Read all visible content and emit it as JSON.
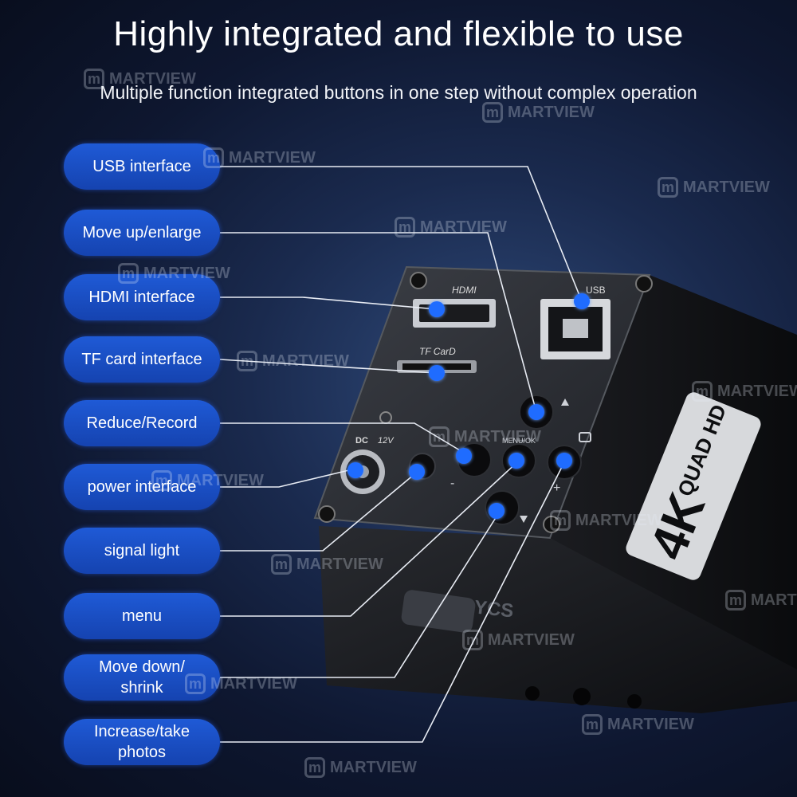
{
  "header": {
    "title": "Highly integrated and flexible to use",
    "subtitle": "Multiple function integrated buttons in one step without complex operation"
  },
  "callouts": [
    {
      "label": "USB interface"
    },
    {
      "label": "Move up/enlarge"
    },
    {
      "label": "HDMI interface"
    },
    {
      "label": "TF card interface"
    },
    {
      "label": "Reduce/Record"
    },
    {
      "label": "power interface"
    },
    {
      "label": "signal light"
    },
    {
      "label": "menu"
    },
    {
      "label": "Move down/\nshrink"
    },
    {
      "label": "Increase/take\nphotos"
    }
  ],
  "device": {
    "hdmi_label": "HDMI",
    "usb_label": "USB",
    "tf_label": "TF CarD",
    "dc_label": "DC",
    "voltage_label": "12V",
    "menu_label": "MENU/OK",
    "minus_label": "-",
    "plus_label": "+",
    "badge_4k": "4K",
    "badge_quad": "QUAD HD",
    "brand_logo": "YCS"
  },
  "watermark": {
    "text": "MARTVIEW",
    "letter": "m"
  },
  "colors": {
    "pill": "#1a4fc8",
    "dot": "#1f6cff",
    "line": "#e8ecf4"
  }
}
